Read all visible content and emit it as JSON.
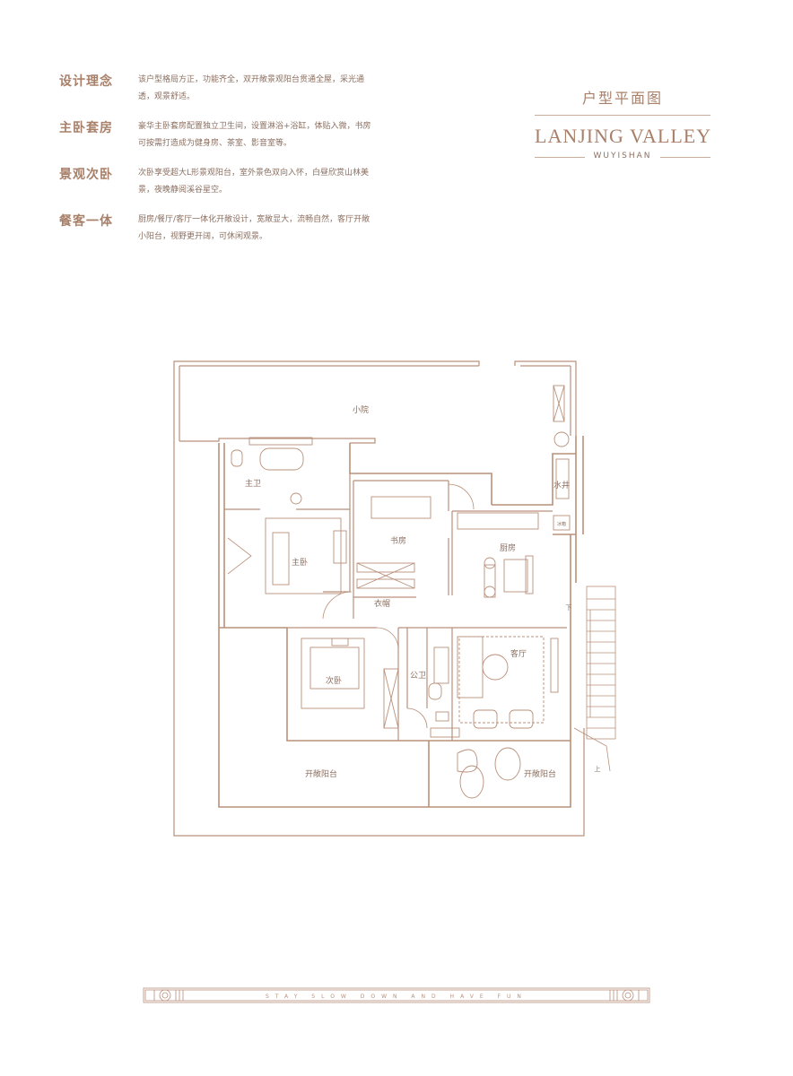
{
  "features": [
    {
      "title": "设计理念",
      "desc": "该户型格局方正，功能齐全，双开敞景观阳台贯通全屋，采光通透，观景舒适。"
    },
    {
      "title": "主卧套房",
      "desc": "豪华主卧套房配置独立卫生间，设置淋浴+浴缸，体贴入微，书房可按需打造成为健身房、茶室、影音室等。"
    },
    {
      "title": "景观次卧",
      "desc": "次卧享受超大L形景观阳台，室外景色双向入怀，白昼欣赏山林美景，夜晚静阅溪谷星空。"
    },
    {
      "title": "餐客一体",
      "desc": "厨房/餐厅/客厅一体化开敞设计，宽敞显大，流畅自然，客厅开敞小阳台，视野更开阔，可休闲观景。"
    }
  ],
  "brand": {
    "caption": "户型平面图",
    "name": "LANJING VALLEY",
    "subtitle": "WUYISHAN"
  },
  "rooms": {
    "courtyard": "小院",
    "master_bath": "主卫",
    "water_shaft": "水井",
    "study": "书房",
    "kitchen": "厨房",
    "master_bedroom": "主卧",
    "closet": "衣帽",
    "living_room": "客厅",
    "second_bedroom": "次卧",
    "public_bath": "公卫",
    "open_balcony_left": "开敞阳台",
    "open_balcony_right": "开敞阳台",
    "stairs_down": "下",
    "stairs_up": "上",
    "fridge": "冰箱"
  },
  "footer": {
    "slogan": "STAY SLOW DOWN AND HAVE FUN"
  },
  "colors": {
    "accent": "#a8806a",
    "line": "#b9907a"
  }
}
